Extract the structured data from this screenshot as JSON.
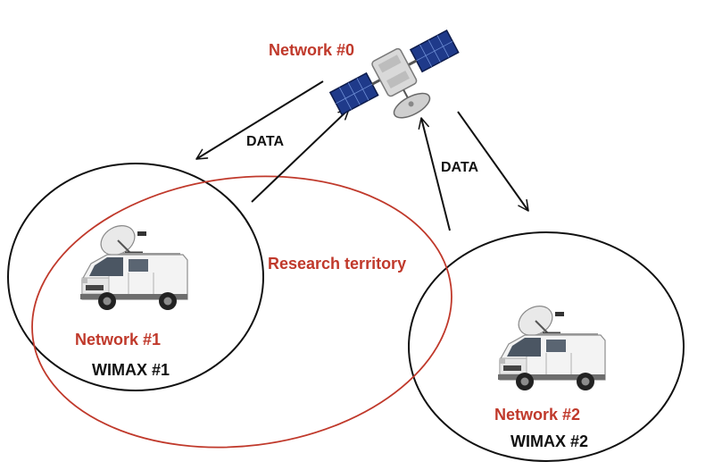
{
  "labels": {
    "network0": "Network #0",
    "network1": "Network #1",
    "network2": "Network #2",
    "wimax1": "WIMAX #1",
    "wimax2": "WIMAX #2",
    "research_territory": "Research territory",
    "data_left": "DATA",
    "data_right": "DATA"
  },
  "colors": {
    "network_label": "#c0392b",
    "territory_ellipse": "#c0392b",
    "network_circle": "#111111",
    "arrows": "#111111",
    "van_body": "#f2f2f2",
    "satellite_panel": "#1f3a8a"
  },
  "icons": {
    "satellite": "satellite-icon",
    "van1": "broadcast-van-icon",
    "van2": "broadcast-van-icon"
  }
}
